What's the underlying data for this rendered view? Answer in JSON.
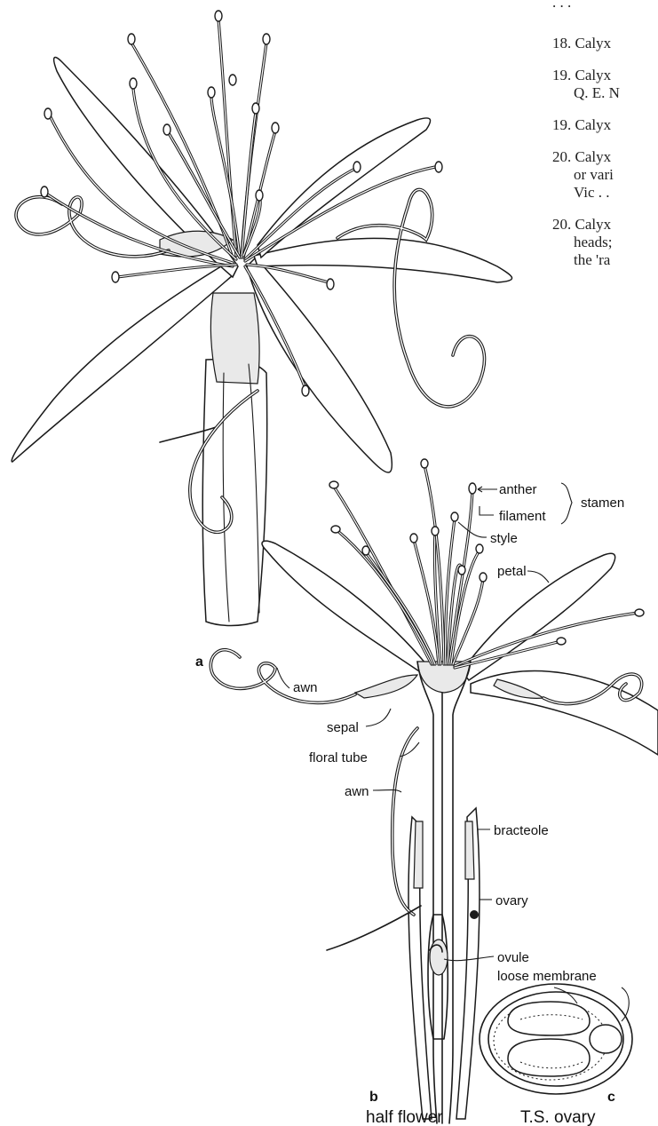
{
  "key_text": {
    "lines": [
      "18. Calyx",
      "19. Calyx",
      "Q. E. N",
      "19. Calyx",
      "20. Calyx",
      "or vari",
      "Vic . .",
      "20. Calyx",
      "heads;",
      "the 'ra"
    ]
  },
  "labels": {
    "anther": "anther",
    "filament": "filament",
    "stamen": "stamen",
    "style": "style",
    "petal": "petal",
    "awn_a": "awn",
    "sepal": "sepal",
    "floral_tube": "floral tube",
    "awn_b": "awn",
    "bracteole": "bracteole",
    "ovary": "ovary",
    "loose_membrane": "loose membrane",
    "ovule": "ovule"
  },
  "figure_letters": {
    "a": "a",
    "b": "b",
    "c": "c"
  },
  "captions": {
    "b": "half flower",
    "c": "T.S. ovary"
  }
}
